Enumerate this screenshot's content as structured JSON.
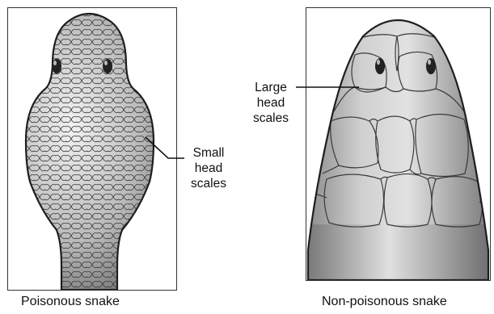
{
  "left_panel": {
    "caption": "Poisonous snake",
    "annotation": [
      "Small",
      "head",
      "scales"
    ]
  },
  "right_panel": {
    "caption": "Non-poisonous snake",
    "annotation": [
      "Large",
      "head",
      "scales"
    ]
  },
  "colors": {
    "head_light": "#e6e6e6",
    "head_dark": "#6f6f6f",
    "scale_line": "#3a3a3a"
  }
}
